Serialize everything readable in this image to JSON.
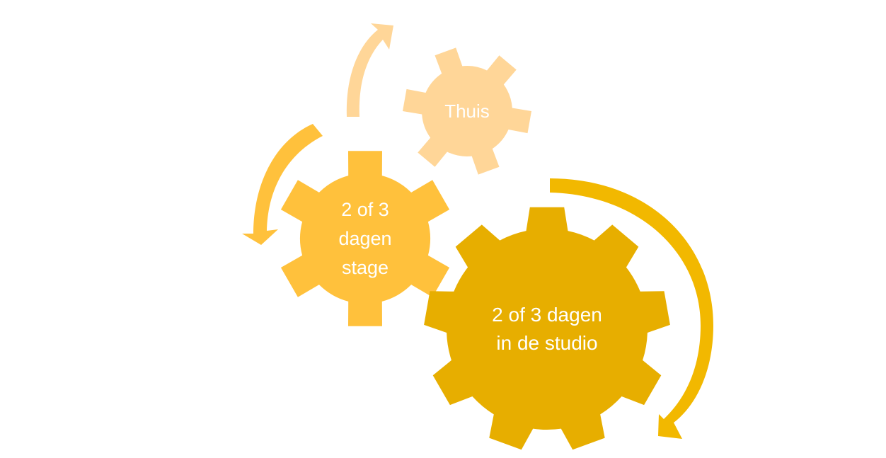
{
  "gears": [
    {
      "id": "thuis",
      "lines": [
        "Thuis"
      ],
      "color": "#FFD698"
    },
    {
      "id": "stage",
      "lines": [
        "2 of 3",
        "dagen",
        "stage"
      ],
      "color": "#FFC13C"
    },
    {
      "id": "studio",
      "lines": [
        "2 of 3 dagen",
        "in de studio"
      ],
      "color": "#E7AE00"
    }
  ],
  "arrows": [
    {
      "id": "arrow-thuis",
      "color": "#FFD698"
    },
    {
      "id": "arrow-stage",
      "color": "#FFC13C"
    },
    {
      "id": "arrow-studio",
      "color": "#F2B800"
    }
  ],
  "text_color": "#FFFFFF",
  "background": "#FFFFFF"
}
